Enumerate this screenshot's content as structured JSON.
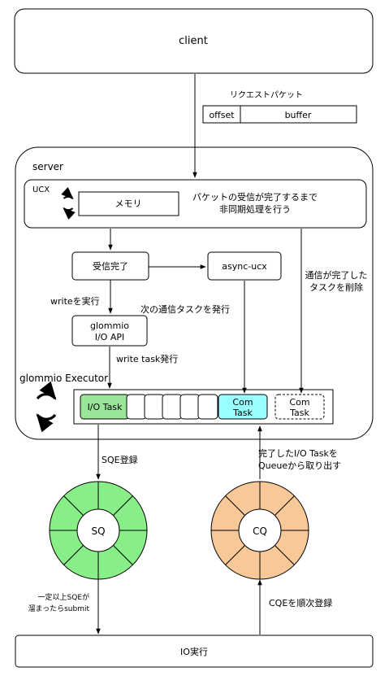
{
  "client": {
    "label": "client"
  },
  "request_packet": {
    "label": "リクエストパケット",
    "offset": "offset",
    "buffer": "buffer"
  },
  "server": {
    "label": "server",
    "ucx": {
      "label": "UCX",
      "memory": "メモリ",
      "note_line1": "パケットの受信が完了するまで",
      "note_line2": "非同期処理を行う"
    },
    "recv_done": "受信完了",
    "async_ucx": "async-ucx",
    "glommio_api_line1": "glommio",
    "glommio_api_line2": "I/O API",
    "edge_write": "writeを実行",
    "edge_next_task": "次の通信タスクを発行",
    "edge_write_task": "write task発行",
    "edge_delete_line1": "通信が完了した",
    "edge_delete_line2": "タスクを削除",
    "executor": {
      "label": "glommio Executor",
      "io_task": "I/O Task",
      "com_task_line1": "Com",
      "com_task_line2": "Task",
      "com_task2_line1": "Com",
      "com_task2_line2": "Task"
    }
  },
  "sq": {
    "label": "SQ",
    "edge_register": "SQE登録",
    "submit_line1": "一定以上SQEが",
    "submit_line2": "溜まったらsubmit"
  },
  "cq": {
    "label": "CQ",
    "take_line1": "完了したI/O Taskを",
    "take_line2": "Queueから取り出す",
    "edge_register": "CQEを順次登録"
  },
  "io": {
    "label": "IO実行"
  },
  "colors": {
    "io_task_fill": "#99e699",
    "com_task_fill": "#99ffff",
    "sq_fill": "#88ee88",
    "cq_fill": "#f8c898"
  }
}
